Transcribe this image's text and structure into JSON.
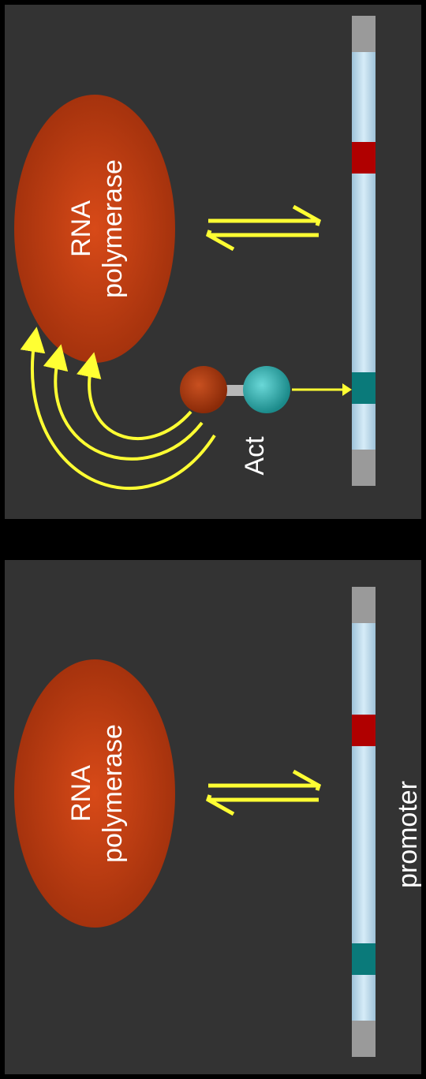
{
  "colors": {
    "background": "#000000",
    "panel": "#333333",
    "polymerase": "#b83a10",
    "arrow": "#ffff33",
    "dna": "#c3dff0",
    "dna_end": "#9a9a9a",
    "site_red": "#b00000",
    "site_teal": "#008080",
    "activator_head": "#a83a10",
    "activator_tail": "#2aa8a8",
    "text": "#ffffff"
  },
  "top_panel": {
    "polymerase_line1": "RNA",
    "polymerase_line2": "polymerase",
    "activator_label": "Act"
  },
  "bottom_panel": {
    "polymerase_line1": "RNA",
    "polymerase_line2": "polymerase",
    "promoter_label": "promoter"
  }
}
